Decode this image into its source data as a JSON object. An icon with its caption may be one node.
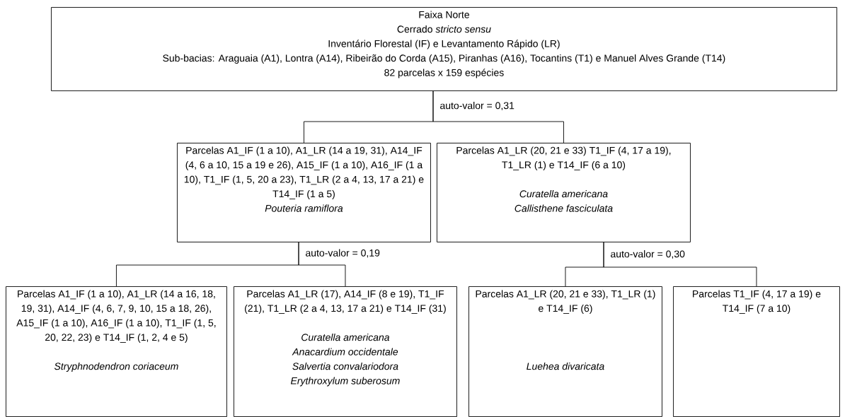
{
  "diagram": {
    "nodes": [
      {
        "text": [
          "Faixa Norte",
          "Cerrado *stricto sensu*",
          "Inventário Florestal (IF) e Levantamento Rápido (LR)",
          "Sub-bacias: Araguaia (A1), Lontra (A14), Ribeirão do Corda (A15), Piranhas (A16), Tocantins (T1) e Manuel Alves Grande (T14)",
          "82 parcelas x 159 espécies"
        ]
      },
      {
        "text": [
          "Parcelas A1_IF (1 a 10), A1_LR (14 a 19, 31), A14_IF (4, 6 a 10, 15 a 19 e 26), A15_IF (1 a 10), A16_IF (1 a 10), T1_IF (1, 5, 20 a 23), T1_LR (2 a 4, 13, 17 a 21) e T14_IF (1 a 5)",
          "Pouteria ramiflora"
        ]
      },
      {
        "text": [
          "Parcelas A1_LR (20, 21 e 33) T1_IF (4, 17 a 19), T1_LR (1) e T14_IF (6 a 10)",
          "Curatella americana",
          "Callisthene fasciculata"
        ]
      },
      {
        "text": [
          "Parcelas A1_IF (1 a 10), A1_LR (14 a 16, 18, 19, 31), A14_IF (4, 6, 7, 9, 10, 15 a 18, 26), A15_IF (1 a 10), A16_IF (1 a 10), T1_IF (1, 5, 20, 22, 23) e T14_IF (1, 2, 4 e 5)",
          "Stryphnodendron coriaceum"
        ]
      },
      {
        "text": [
          "Parcelas A1_LR (17), A14_IF (8 e 19), T1_IF (21), T1_LR (2 a 4, 13, 17 a 21) e T14_IF (31)",
          "Curatella americana",
          "Anacardium occidentale",
          "Salvertia convalariodora",
          "Erythroxylum suberosum"
        ]
      },
      {
        "text": [
          "Parcelas A1_LR (20, 21 e 33), T1_LR (1) e T14_IF (6)",
          "Luehea divaricata"
        ]
      },
      {
        "text": [
          "Parcelas T1_IF (4, 17 a 19) e T14_IF (7 a 10)"
        ]
      }
    ],
    "edges": [
      {
        "from": 0,
        "to": 1,
        "arrow": "none",
        "label": "auto-valor = 0,31"
      },
      {
        "from": 0,
        "to": 2,
        "arrow": "none"
      },
      {
        "from": 1,
        "to": 3,
        "arrow": "none",
        "label": "auto-valor = 0,19"
      },
      {
        "from": 1,
        "to": 4,
        "arrow": "none"
      },
      {
        "from": 2,
        "to": 5,
        "arrow": "none",
        "label": "auto-valor = 0,30"
      },
      {
        "from": 2,
        "to": 6,
        "arrow": "none"
      }
    ]
  }
}
